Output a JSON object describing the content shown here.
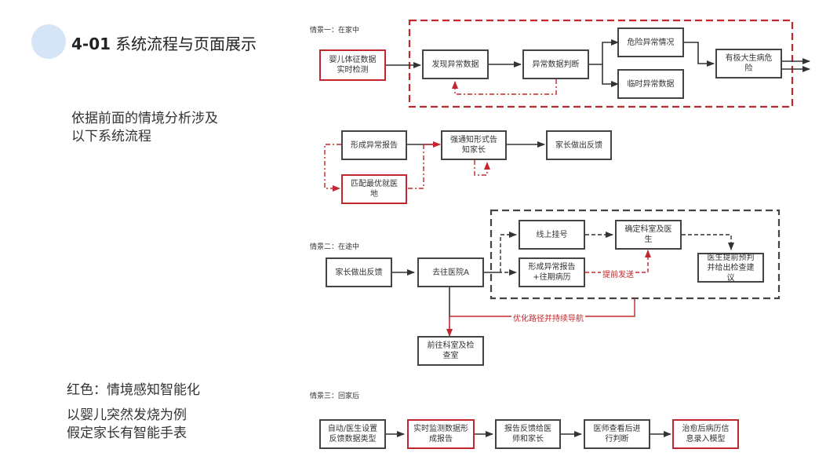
{
  "header": {
    "number": "4-01",
    "title": "系统流程与页面展示"
  },
  "description": {
    "line1": "依据前面的情境分析涉及",
    "line2": "以下系统流程"
  },
  "notes": {
    "legend": "红色：情境感知智能化",
    "example_line1": "以婴儿突然发烧为例",
    "example_line2": "假定家长有智能手表"
  },
  "colors": {
    "accent_red": "#c0282e",
    "dark_line": "#444444",
    "circle": "#d6e4f8"
  },
  "scene1": {
    "label": "情景一：在家中",
    "nodes": {
      "monitor": "婴儿体征数据实时检测",
      "find_abnormal": "发现异常数据",
      "judge": "异常数据判断",
      "danger": "危险异常情况",
      "temporary": "临时异常数据",
      "risk": "有极大生病危险",
      "report": "形成异常报告",
      "notify": "强通知形式告知家长",
      "feedback": "家长做出反馈",
      "match_hospital": "匹配最优就医地"
    }
  },
  "scene2": {
    "label": "情景二：在途中",
    "nodes": {
      "feedback": "家长做出反馈",
      "go_hospital": "去往医院A",
      "online_register": "线上挂号",
      "confirm_dept": "确定科室及医生",
      "report_history": "形成异常报告+往期病历",
      "doctor_advice": "医生提前预判并给出检查建议",
      "goto_dept": "前往科室及检查室"
    },
    "edge_labels": {
      "send_ahead": "提前发送",
      "navigate": "优化路径并持续导航"
    }
  },
  "scene3": {
    "label": "情景三：回家后",
    "nodes": [
      "自动/医生设置反馈数据类型",
      "实时监测数据形成报告",
      "报告反馈给医师和家长",
      "医师查看后进行判断",
      "治愈后病历信息录入模型"
    ]
  }
}
